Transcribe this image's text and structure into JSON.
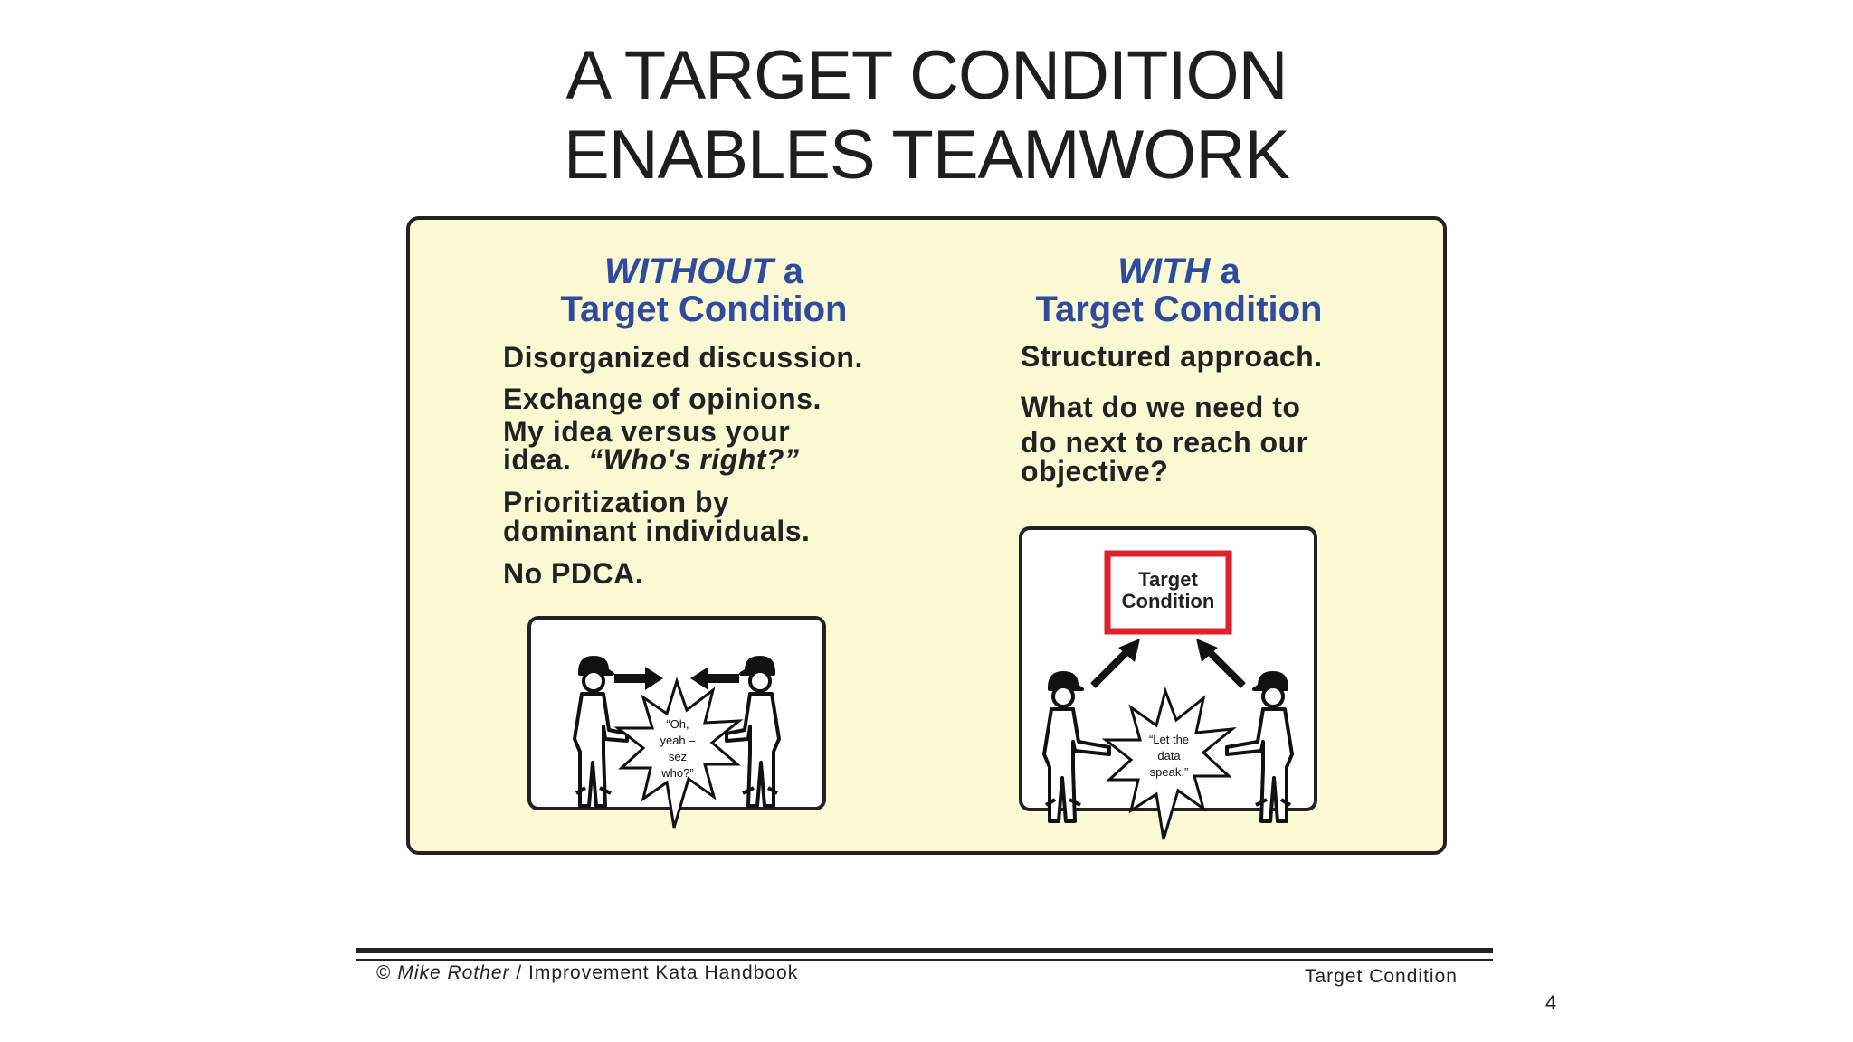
{
  "slide": {
    "title_line1": "A TARGET CONDITION",
    "title_line2": "ENABLES TEAMWORK"
  },
  "without": {
    "heading_em": "WITHOUT",
    "heading_rest": " a",
    "heading_line2": "Target Condition",
    "item1": "Disorganized discussion.",
    "item2": "Exchange of opinions.",
    "item3a": "My idea versus your",
    "item3b_plain": "idea.",
    "item3b_quote": "“Who's right?”",
    "item4a": "Prioritization by",
    "item4b": "dominant individuals.",
    "item5": "No PDCA.",
    "bubble_text": [
      "“Oh,",
      "yeah –",
      "sez",
      "who?”"
    ]
  },
  "with": {
    "heading_em": "WITH",
    "heading_rest": " a",
    "heading_line2": "Target Condition",
    "item1": "Structured approach.",
    "item2a": "What do we need to",
    "item2b": "do next to reach our",
    "item2c": "objective?",
    "box_line1": "Target",
    "box_line2": "Condition",
    "bubble_text": [
      "“Let the",
      "data",
      "speak.”"
    ]
  },
  "footer": {
    "copyright_symbol": "©",
    "author": "Mike Rother",
    "source": " / Improvement Kata Handbook",
    "section": "Target Condition",
    "page_number": "4"
  }
}
